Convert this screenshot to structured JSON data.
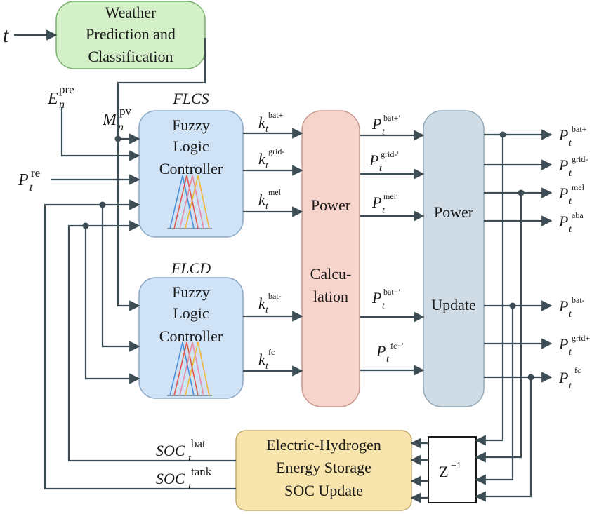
{
  "inputs": {
    "t": "t",
    "e_main": "E",
    "e_sub": "n",
    "e_sup": "pre",
    "m_main": "M",
    "m_sub": "n",
    "m_sup": "pv",
    "p_main": "P",
    "p_sub": "t",
    "p_sup": "re"
  },
  "weather": {
    "line1": "Weather",
    "line2": "Prediction and",
    "line3": "Classification"
  },
  "flcs": {
    "title": "FLCS",
    "line1": "Fuzzy",
    "line2": "Logic",
    "line3": "Controller"
  },
  "flcd": {
    "title": "FLCD",
    "line1": "Fuzzy",
    "line2": "Logic",
    "line3": "Controller"
  },
  "power_calc": {
    "line1": "Power",
    "line2": "Calcu-",
    "line3": "lation"
  },
  "power_update": {
    "line1": "Power",
    "line2": "Update"
  },
  "storage": {
    "line1": "Electric-Hydrogen",
    "line2": "Energy Storage",
    "line3": "SOC Update"
  },
  "delay": {
    "label": "Z",
    "exp": "−1"
  },
  "k_signals": [
    {
      "main": "k",
      "sub": "t",
      "sup": "bat+"
    },
    {
      "main": "k",
      "sub": "t",
      "sup": "grid-"
    },
    {
      "main": "k",
      "sub": "t",
      "sup": "mel"
    },
    {
      "main": "k",
      "sub": "t",
      "sup": "bat-"
    },
    {
      "main": "k",
      "sub": "t",
      "sup": "fc"
    }
  ],
  "p_prime_signals": [
    {
      "main": "P",
      "sub": "t",
      "sup": "bat+′"
    },
    {
      "main": "P",
      "sub": "t",
      "sup": "grid-′"
    },
    {
      "main": "P",
      "sub": "t",
      "sup": "mel′"
    },
    {
      "main": "P",
      "sub": "t",
      "sup": "bat−′"
    },
    {
      "main": "P",
      "sub": "t",
      "sup": "fc−′"
    }
  ],
  "outputs": [
    {
      "main": "P",
      "sub": "t",
      "sup": "bat+"
    },
    {
      "main": "P",
      "sub": "t",
      "sup": "grid-"
    },
    {
      "main": "P",
      "sub": "t",
      "sup": "mel"
    },
    {
      "main": "P",
      "sub": "t",
      "sup": "aba"
    },
    {
      "main": "P",
      "sub": "t",
      "sup": "bat-"
    },
    {
      "main": "P",
      "sub": "t",
      "sup": "grid+"
    },
    {
      "main": "P",
      "sub": "t",
      "sup": "fc"
    }
  ],
  "soc": [
    {
      "main": "SOC",
      "sub": "t",
      "sup": "bat"
    },
    {
      "main": "SOC",
      "sub": "t",
      "sup": "tank"
    }
  ],
  "colors": {
    "weather_fill": "#d4f0c8",
    "weather_stroke": "#7ab06e",
    "flc_fill": "#cfe2f6",
    "flc_stroke": "#8aa7c6",
    "calc_fill": "#f6d3cb",
    "calc_stroke": "#c99a90",
    "update_fill": "#cfdce6",
    "update_stroke": "#93a8b6",
    "storage_fill": "#f8e4ad",
    "storage_stroke": "#c2aa6c",
    "wire": "#3c4d55",
    "mf_blue": "#4a8fd8",
    "mf_red": "#e2574c",
    "mf_yellow": "#f0b53c",
    "mf_pink": "#e88aa0"
  }
}
